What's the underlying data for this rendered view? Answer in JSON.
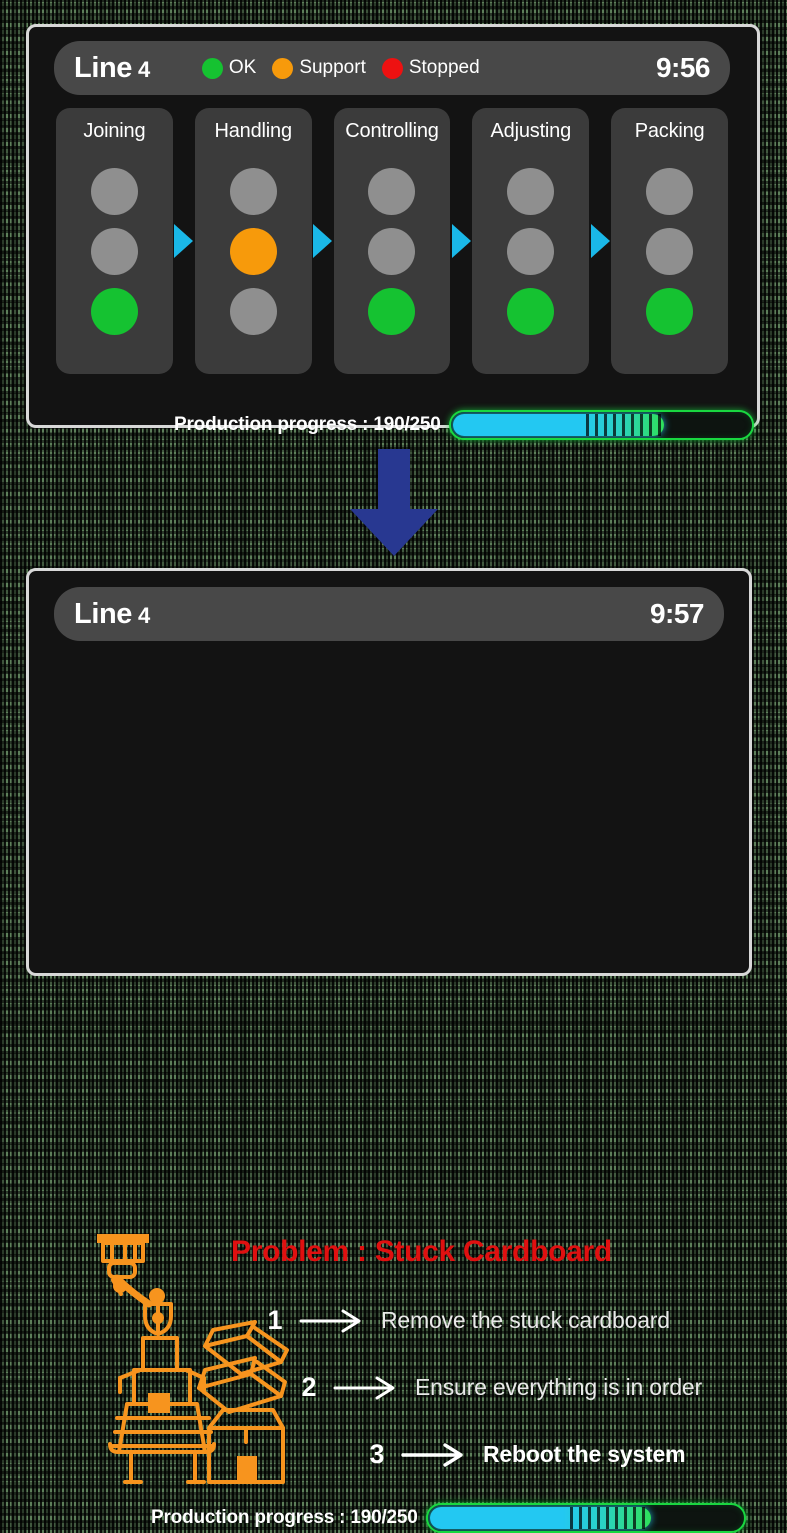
{
  "colors": {
    "background": "#5d7f5a",
    "panel_bg": "#131313",
    "panel_border": "#d8d8d8",
    "header_bg": "#484848",
    "card_bg": "#3b3b3b",
    "status_ok": "#15c231",
    "status_support": "#f79a0b",
    "status_stopped": "#ee1111",
    "connector_arrow": "#1ab8e8",
    "flow_arrow": "#283891",
    "problem_red": "#e01010",
    "illustration_orange": "#f7941e",
    "progress_fill_start": "#23c8f2",
    "progress_fill_end": "#2fe05a"
  },
  "top_panel": {
    "header": {
      "title": "Line",
      "line_number": "4",
      "clock": "9:56",
      "legend": [
        {
          "label": "OK",
          "color": "#15c231",
          "state": "ok"
        },
        {
          "label": "Support",
          "color": "#f79a0b",
          "state": "support"
        },
        {
          "label": "Stopped",
          "color": "#ee1111",
          "state": "stopped"
        }
      ]
    },
    "stations": [
      {
        "name": "Joining",
        "lights": [
          "off",
          "off",
          "green"
        ]
      },
      {
        "name": "Handling",
        "lights": [
          "off",
          "orange",
          "off"
        ]
      },
      {
        "name": "Controlling",
        "lights": [
          "off",
          "off",
          "green"
        ]
      },
      {
        "name": "Adjusting",
        "lights": [
          "off",
          "off",
          "green"
        ]
      },
      {
        "name": "Packing",
        "lights": [
          "off",
          "off",
          "green"
        ]
      }
    ],
    "progress": {
      "label": "Production progress : 190/250",
      "current": 190,
      "total": 250,
      "percent": 76
    }
  },
  "flow_arrow": {
    "direction": "down",
    "name": "down-arrow"
  },
  "bottom_panel": {
    "header": {
      "title": "Line",
      "line_number": "4",
      "clock": "9:57"
    },
    "problem": {
      "title": "Problem : Stuck Cardboard",
      "illustration": "robot-arm-stuck-cardboard-boxes",
      "steps": [
        {
          "number": "1",
          "text": "Remove the stuck cardboard",
          "bold": false
        },
        {
          "number": "2",
          "text": "Ensure everything is in order",
          "bold": false
        },
        {
          "number": "3",
          "text": "Reboot the system",
          "bold": true
        }
      ]
    },
    "progress": {
      "label": "Production progress : 190/250",
      "current": 190,
      "total": 250,
      "percent": 76
    }
  }
}
